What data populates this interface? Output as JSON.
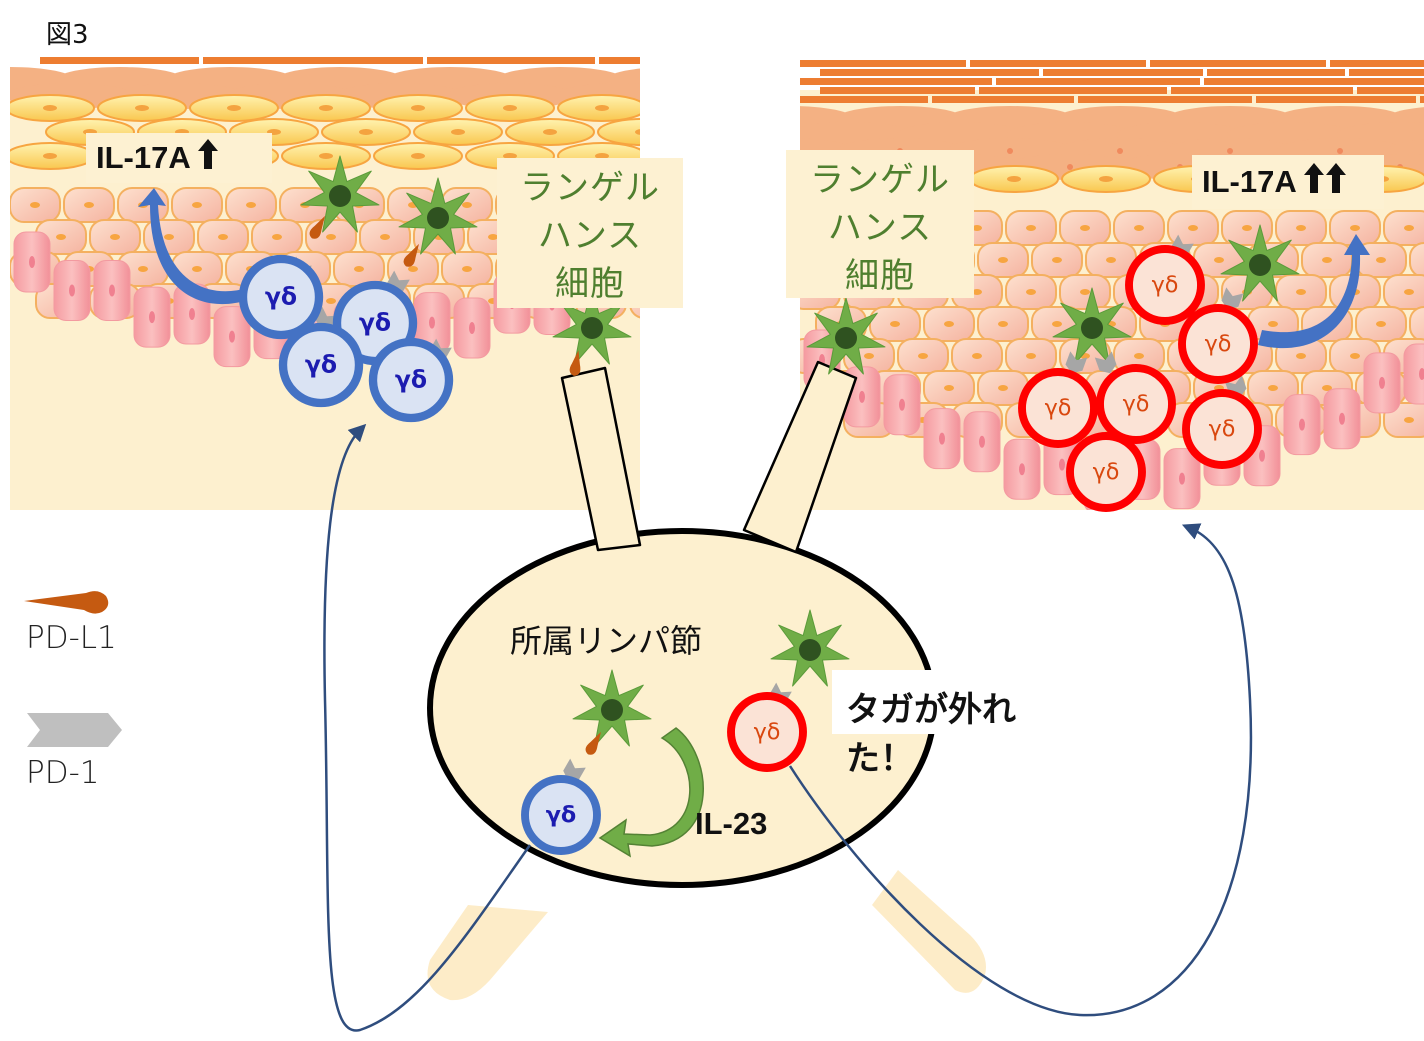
{
  "figure": {
    "label": "図3",
    "left_panel": {
      "cytokine_label": "IL-17A",
      "cytokine_arrows": 1,
      "langerhans_label": [
        "ランゲル",
        "ハンス",
        "細胞"
      ],
      "gd_cells": [
        "γδ",
        "γδ",
        "γδ",
        "γδ"
      ],
      "gd_cell_state": "regulated"
    },
    "right_panel": {
      "cytokine_label": "IL-17A",
      "cytokine_arrows": 2,
      "langerhans_label": [
        "ランゲル",
        "ハンス",
        "細胞"
      ],
      "gd_cells": [
        "γδ",
        "γδ",
        "γδ",
        "γδ",
        "γδ",
        "γδ"
      ],
      "gd_cell_state": "unregulated"
    },
    "lymph_node": {
      "title": "所属リンパ節",
      "cytokine_label": "IL-23",
      "callout": "タガが外れた！",
      "gd_cells": [
        "γδ",
        "γδ"
      ]
    },
    "legend": [
      {
        "name": "PD-L1",
        "icon": "pd-l1-icon",
        "color": "#c55a11"
      },
      {
        "name": "PD-1",
        "icon": "pd-1-icon",
        "color": "#bfbfbf"
      }
    ],
    "colors": {
      "regulated_gd_ring": "#4472c4",
      "regulated_gd_fill": "#dae3f3",
      "regulated_gd_text": "#1c1cb0",
      "unregulated_gd_ring": "#ff0000",
      "unregulated_gd_fill": "#fbe3d6",
      "unregulated_gd_text": "#d9480f",
      "langerhans_cell": "#70ad47",
      "langerhans_nucleus": "#2f5220",
      "stratum_corneum": "#ed7d31",
      "dermis_background": "#fdf0cf",
      "migration_path": "#2f4d7e",
      "il23_arrow": "#548235"
    }
  }
}
